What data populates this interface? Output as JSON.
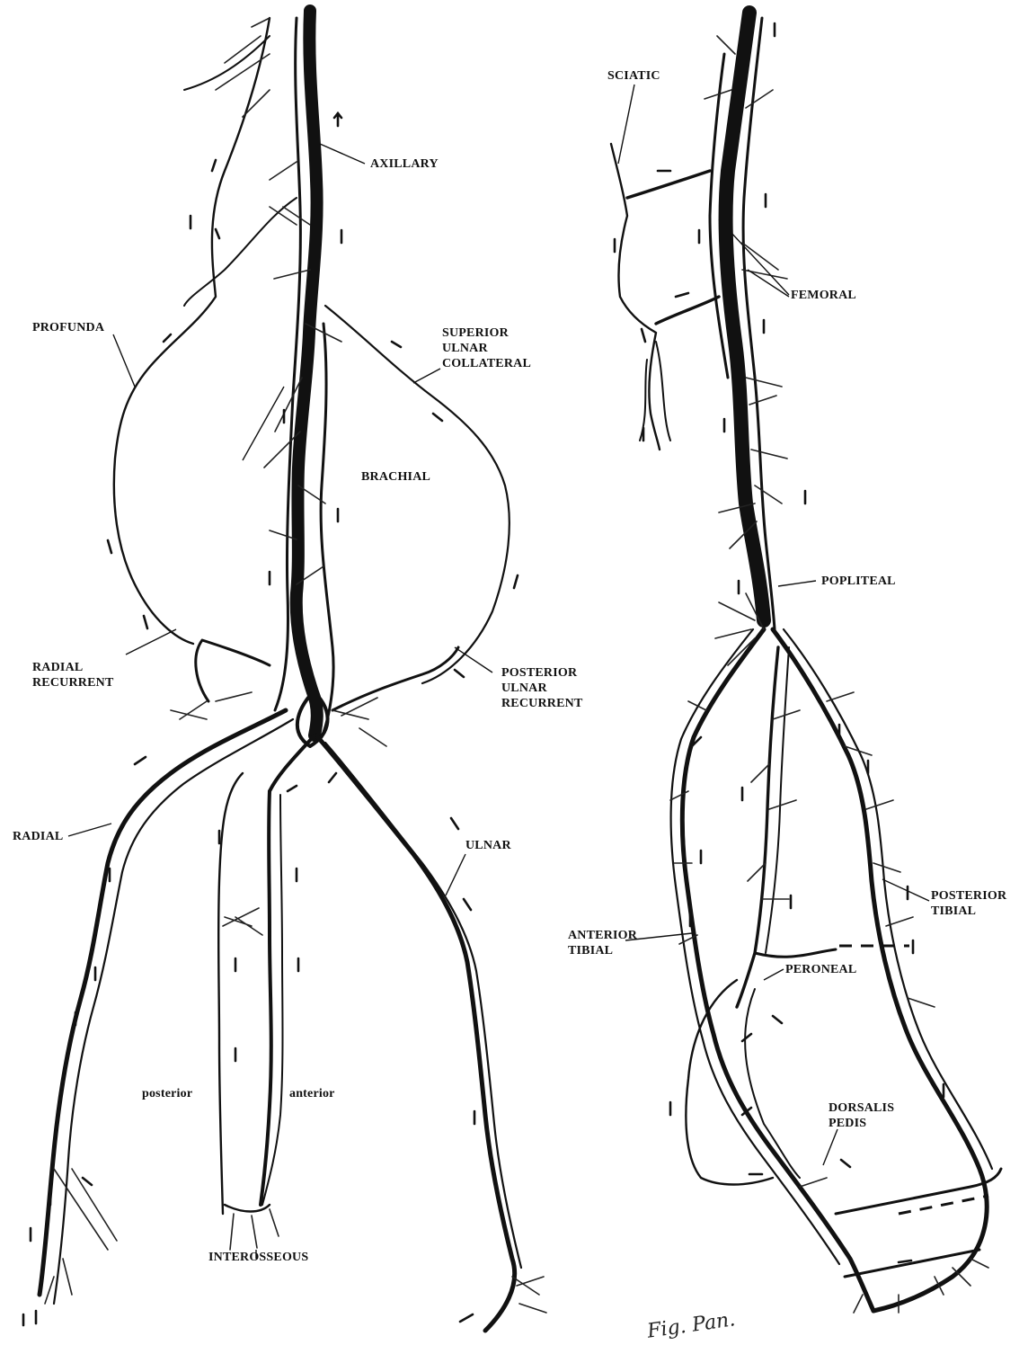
{
  "arm": {
    "labels": {
      "axillary": "AXILLARY",
      "profunda": "PROFUNDA",
      "superior_ulnar_collateral": [
        "SUPERIOR",
        "ULNAR",
        "COLLATERAL"
      ],
      "brachial": "BRACHIAL",
      "radial_recurrent": [
        "RADIAL",
        "RECURRENT"
      ],
      "posterior_ulnar_recurrent": [
        "POSTERIOR",
        "ULNAR",
        "RECURRENT"
      ],
      "radial": "RADIAL",
      "ulnar": "ULNAR",
      "posterior": "posterior",
      "anterior": "anterior",
      "interosseous": "INTEROSSEOUS"
    }
  },
  "leg": {
    "labels": {
      "sciatic": "SCIATIC",
      "femoral": "FEMORAL",
      "popliteal": "POPLITEAL",
      "posterior_tibial": [
        "POSTERIOR",
        "TIBIAL"
      ],
      "anterior_tibial": [
        "ANTERIOR",
        "TIBIAL"
      ],
      "peroneal": "PERONEAL",
      "dorsalis_pedis": [
        "DORSALIS",
        "PEDIS"
      ]
    }
  },
  "signature": "Fig. Pan.",
  "colors": {
    "ink": "#111111",
    "paper": "#ffffff"
  }
}
